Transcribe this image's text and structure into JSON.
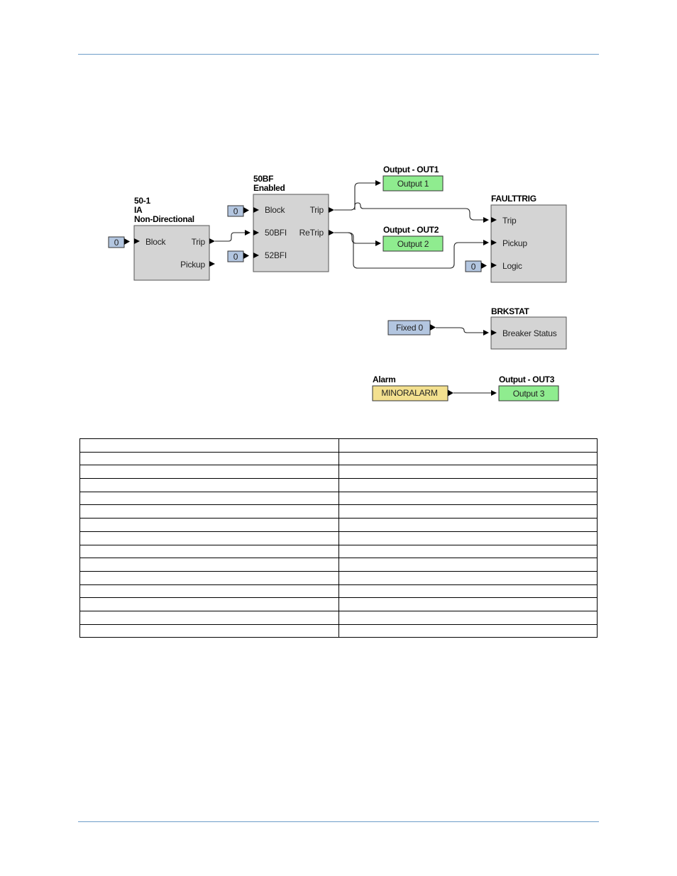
{
  "diagram": {
    "blocks": [
      {
        "id": "b50_1",
        "title_lines": [
          "50-1",
          "IA",
          "Non-Directional"
        ],
        "inputs": [
          "Block"
        ],
        "outputs": [
          "Trip",
          "Pickup"
        ]
      },
      {
        "id": "b50bf",
        "title_lines": [
          "50BF",
          "Enabled"
        ],
        "inputs": [
          "Block",
          "50BFI",
          "52BFI"
        ],
        "outputs": [
          "Trip",
          "ReTrip"
        ]
      },
      {
        "id": "bfault",
        "title_lines": [
          "FAULTTRIG"
        ],
        "inputs": [
          "Trip",
          "Pickup",
          "Logic"
        ],
        "outputs": []
      },
      {
        "id": "bbrk",
        "title_lines": [
          "BRKSTAT"
        ],
        "inputs": [
          "Breaker Status"
        ],
        "outputs": []
      }
    ],
    "chips": [
      {
        "id": "c1",
        "label": "0",
        "kind": "const"
      },
      {
        "id": "c2",
        "label": "0",
        "kind": "const"
      },
      {
        "id": "c3",
        "label": "0",
        "kind": "const"
      },
      {
        "id": "c4",
        "label": "0",
        "kind": "const"
      },
      {
        "id": "c5",
        "label": "Fixed 0",
        "kind": "const"
      },
      {
        "id": "c6",
        "label": "Output 1",
        "kind": "output",
        "title": "Output - OUT1"
      },
      {
        "id": "c7",
        "label": "Output 2",
        "kind": "output",
        "title": "Output - OUT2"
      },
      {
        "id": "c8",
        "label": "Output 3",
        "kind": "output",
        "title": "Output - OUT3"
      },
      {
        "id": "c9",
        "label": "MINORALARM",
        "kind": "alarm",
        "title": "Alarm"
      }
    ],
    "colors": {
      "block": "#d4d4d4",
      "const": "#b3c6e0",
      "output": "#8fec8f",
      "alarm": "#f3e08f",
      "rule": "#6d9ec9"
    }
  },
  "table": {
    "columns": 2,
    "rows": [
      [
        "",
        ""
      ],
      [
        "",
        ""
      ],
      [
        "",
        ""
      ],
      [
        "",
        ""
      ],
      [
        "",
        ""
      ],
      [
        "",
        ""
      ],
      [
        "",
        ""
      ],
      [
        "",
        ""
      ],
      [
        "",
        ""
      ],
      [
        "",
        ""
      ],
      [
        "",
        ""
      ],
      [
        "",
        ""
      ],
      [
        "",
        ""
      ],
      [
        "",
        ""
      ],
      [
        "",
        ""
      ]
    ]
  }
}
